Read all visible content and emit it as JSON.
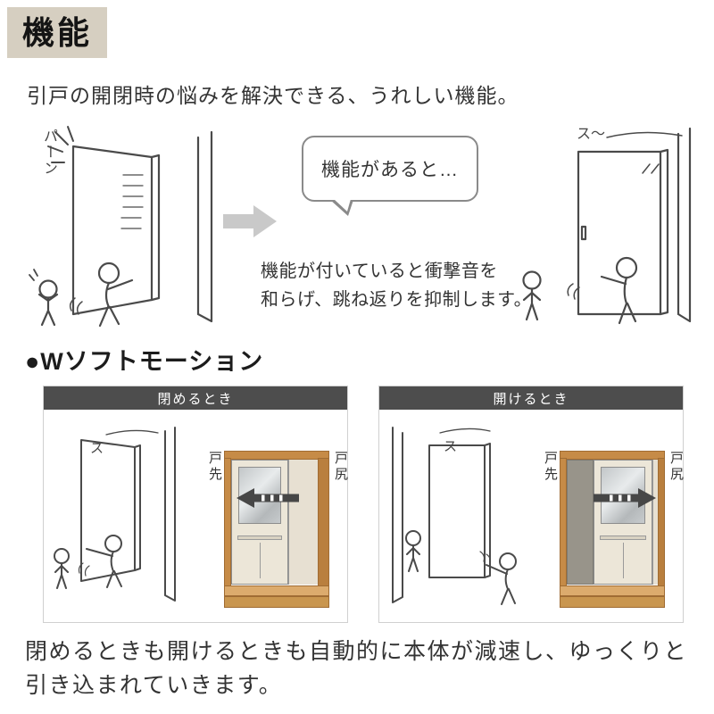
{
  "colors": {
    "title_bg": "#d6cfc1",
    "panel_header_bg": "#4d4d4d",
    "wood": "#c68b47",
    "arrow_gray": "#c9c9c9",
    "slide_arrow": "#474747"
  },
  "header": {
    "title": "機能"
  },
  "intro": {
    "text": "引戸の開閉時の悩みを解決できる、うれしい機能。"
  },
  "comparison": {
    "before_sound": "パーン",
    "after_sound": "ス～",
    "bubble_text": "機能があると…",
    "caption_line1": "機能が付いていると衝撃音を",
    "caption_line2": "和らげ、跳ね返りを抑制します。"
  },
  "section": {
    "title": "●Wソフトモーション"
  },
  "panels": [
    {
      "header": "閉めるとき",
      "sound": "ス",
      "label_front": "戸先",
      "label_rear": "戸尻",
      "arrow_direction": "left"
    },
    {
      "header": "開けるとき",
      "sound": "ス",
      "label_front": "戸先",
      "label_rear": "戸尻",
      "arrow_direction": "right"
    }
  ],
  "footer": {
    "text": "閉めるときも開けるときも自動的に本体が減速し、ゆっくりと引き込まれていきます。"
  }
}
